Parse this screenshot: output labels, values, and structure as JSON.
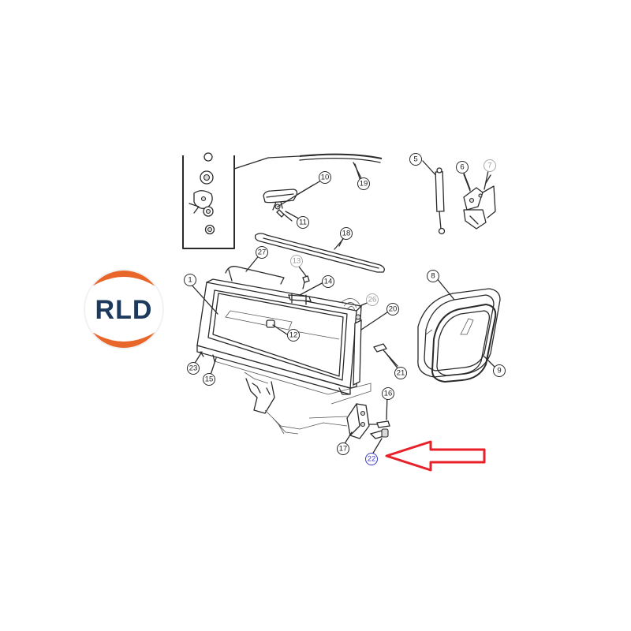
{
  "logo": {
    "text": "RLD",
    "colors": {
      "orange": "#e8662a",
      "navy": "#1d3a5c",
      "white": "#ffffff"
    }
  },
  "diagram": {
    "callouts": [
      {
        "id": "c1",
        "label": "1",
        "style": "normal"
      },
      {
        "id": "c5",
        "label": "5",
        "style": "normal"
      },
      {
        "id": "c6",
        "label": "6",
        "style": "normal"
      },
      {
        "id": "c7",
        "label": "7",
        "style": "grey"
      },
      {
        "id": "c8",
        "label": "8",
        "style": "normal"
      },
      {
        "id": "c9",
        "label": "9",
        "style": "normal"
      },
      {
        "id": "c10",
        "label": "10",
        "style": "normal"
      },
      {
        "id": "c11",
        "label": "11",
        "style": "normal"
      },
      {
        "id": "c12",
        "label": "12",
        "style": "normal"
      },
      {
        "id": "c13",
        "label": "13",
        "style": "grey"
      },
      {
        "id": "c14",
        "label": "14",
        "style": "normal"
      },
      {
        "id": "c15",
        "label": "15",
        "style": "normal"
      },
      {
        "id": "c16",
        "label": "16",
        "style": "normal"
      },
      {
        "id": "c17",
        "label": "17",
        "style": "normal"
      },
      {
        "id": "c18",
        "label": "18",
        "style": "normal"
      },
      {
        "id": "c19",
        "label": "19",
        "style": "normal"
      },
      {
        "id": "c20",
        "label": "20",
        "style": "normal"
      },
      {
        "id": "c21",
        "label": "21",
        "style": "normal"
      },
      {
        "id": "c22",
        "label": "22",
        "style": "blue"
      },
      {
        "id": "c23",
        "label": "23",
        "style": "normal"
      },
      {
        "id": "c26",
        "label": "26",
        "style": "grey"
      },
      {
        "id": "c27",
        "label": "27",
        "style": "normal"
      }
    ],
    "highlight_arrow": {
      "color": "#e8202a",
      "points_to": "22"
    }
  }
}
